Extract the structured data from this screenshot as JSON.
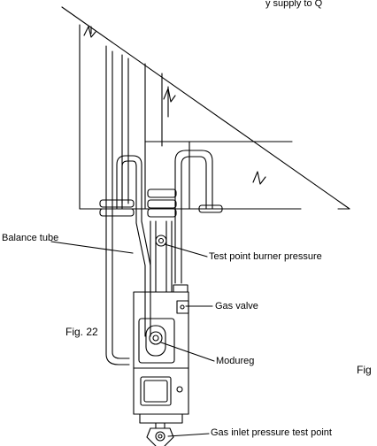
{
  "header_text": "y supply to Q",
  "labels": {
    "balance_tube": "Balance tube",
    "test_point_burner": "Test point burner pressure",
    "gas_valve": "Gas valve",
    "modureg": "Modureg",
    "gas_inlet": "Gas inlet pressure test point"
  },
  "figure_label": "Fig. 22",
  "cut_off_label": "Fig"
}
